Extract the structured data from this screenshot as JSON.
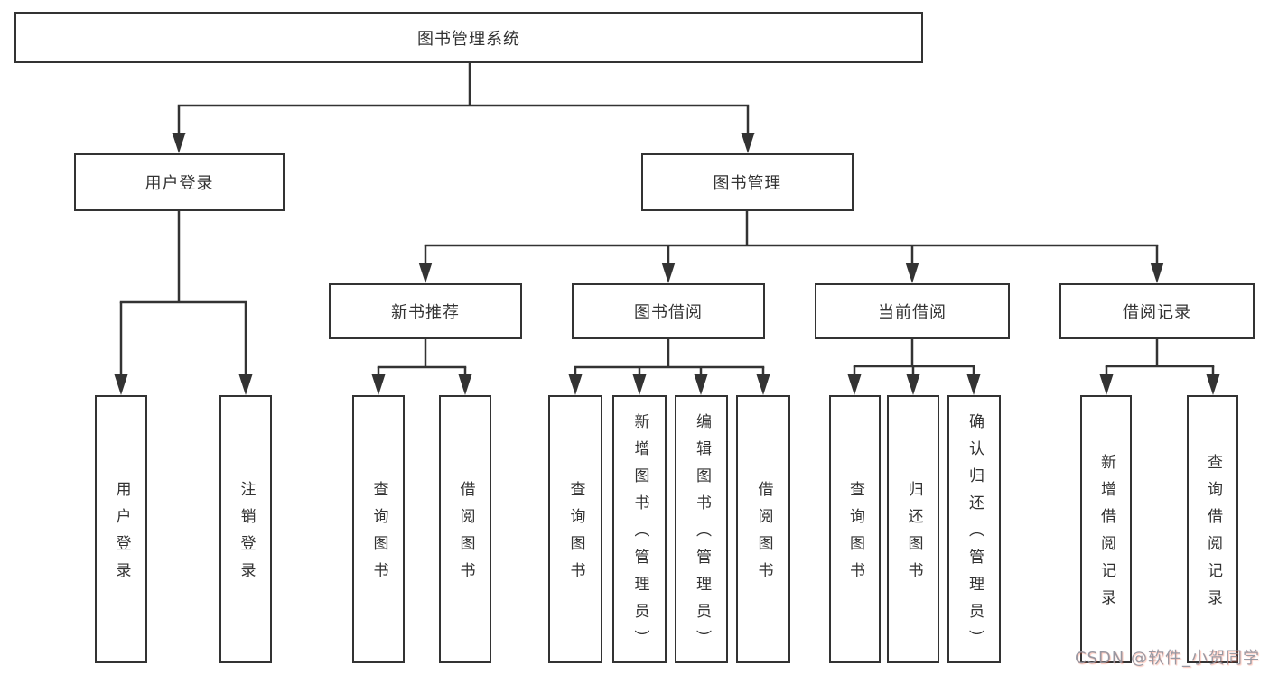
{
  "diagram": {
    "root": {
      "label": "图书管理系统"
    },
    "level2": [
      {
        "label": "用户登录"
      },
      {
        "label": "图书管理"
      }
    ],
    "level3": [
      {
        "label": "新书推荐"
      },
      {
        "label": "图书借阅"
      },
      {
        "label": "当前借阅"
      },
      {
        "label": "借阅记录"
      }
    ],
    "leaves": [
      {
        "label": "用户登录"
      },
      {
        "label": "注销登录"
      },
      {
        "label": "查询图书"
      },
      {
        "label": "借阅图书"
      },
      {
        "label": "查询图书"
      },
      {
        "label": "新增图书（管理员）"
      },
      {
        "label": "编辑图书（管理员）"
      },
      {
        "label": "借阅图书"
      },
      {
        "label": "查询图书"
      },
      {
        "label": "归还图书"
      },
      {
        "label": "确认归还（管理员）"
      },
      {
        "label": "新增借阅记录"
      },
      {
        "label": "查询借阅记录"
      }
    ],
    "watermark": "CSDN @软件_小贺同学",
    "colors": {
      "line": "#333333",
      "text": "#333333",
      "box_background": "#ffffff",
      "watermark_gray": "#94949e",
      "watermark_shadow_red": "#fc5531"
    }
  }
}
